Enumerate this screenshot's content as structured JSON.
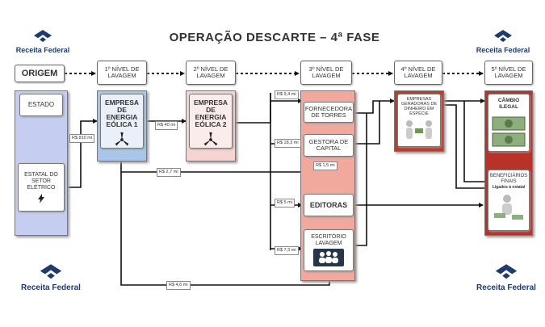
{
  "title": "OPERAÇÃO DESCARTE – 4ª FASE",
  "logo_text": "Receita Federal",
  "origem": "ORIGEM",
  "levels": [
    "1º NÍVEL DE LAVAGEM",
    "2º NÍVEL DE LAVAGEM",
    "3º NÍVEL DE LAVAGEM",
    "4º NÍVEL DE LAVAGEM",
    "5º NÍVEL DE LAVAGEM"
  ],
  "nodes": {
    "estado": "ESTADO",
    "estatal": "ESTATAL DO SETOR ELÉTRICO",
    "eolica1": "EMPRESA DE ENERGIA EÓLICA 1",
    "eolica2": "EMPRESA DE ENERGIA EÓLICA 2",
    "fornecedora": "FORNECEDORA DE TORRES",
    "gestora": "GESTORA DE CAPITAL",
    "editoras": "EDITORAS",
    "escritorio": "ESCRITÓRIO LAVAGEM",
    "geradoras": "EMPRESAS GERADORAS DE DINHEIRO EM ESPÉCIE",
    "cambio": "CÂMBIO ILEGAL",
    "beneficiarios": "BENEFICIÁRIOS FINAIS",
    "beneficiarios_sub": "Ligados à estatal"
  },
  "amounts": {
    "a810": "R$ 810 mi",
    "a40": "R$ 40 mi",
    "a27": "R$ 2,7 mi",
    "a94": "R$ 9,4 mi",
    "a183": "R$ 18,3 mi",
    "a15": "R$ 1,5 mi",
    "a5": "R$ 5 mi",
    "a73": "R$ 7,3 mi",
    "a46": "R$ 4,6 mi"
  },
  "colors": {
    "estado_col": "#c5cdf0",
    "eolica1_col": "#a8c6e8",
    "eolica2_col": "#f6d4d2",
    "level3_col": "#f1a99d",
    "level4_col": "#c0392b",
    "level5_col": "#b83229",
    "dark_node": "#263648",
    "logo": "#1f3b6e"
  }
}
